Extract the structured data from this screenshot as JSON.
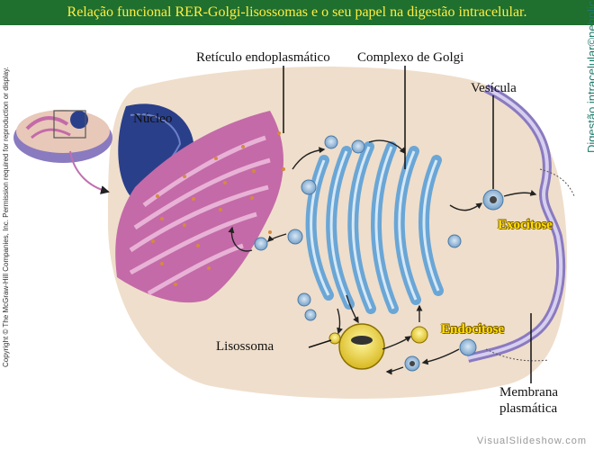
{
  "title": "Relação funcional RER-Golgi-lisossomas e o seu papel na digestão intracelular.",
  "labels": {
    "nucleus": "Núcleo",
    "er": "Retículo endoplasmático",
    "golgi": "Complexo de Golgi",
    "vesicle": "Vesícula",
    "exocytosis": "Exocitose",
    "endocytosis": "Endocitose",
    "lysosome": "Lisossoma",
    "membrane_line1": "Membrana",
    "membrane_line2": "plasmática"
  },
  "side_text": "Digestão intracelular©nebplica.com",
  "copyright": "Copyright © The McGraw-Hill Companies, Inc. Permission required for reproduction or display.",
  "footer": "VisualSlideshow.com",
  "colors": {
    "title_bg": "#1f6f2e",
    "title_text": "#ffee44",
    "er": "#c46aa8",
    "golgi": "#6aa6d6",
    "lysosome": "#e8d030",
    "membrane": "#8a7ac0"
  }
}
